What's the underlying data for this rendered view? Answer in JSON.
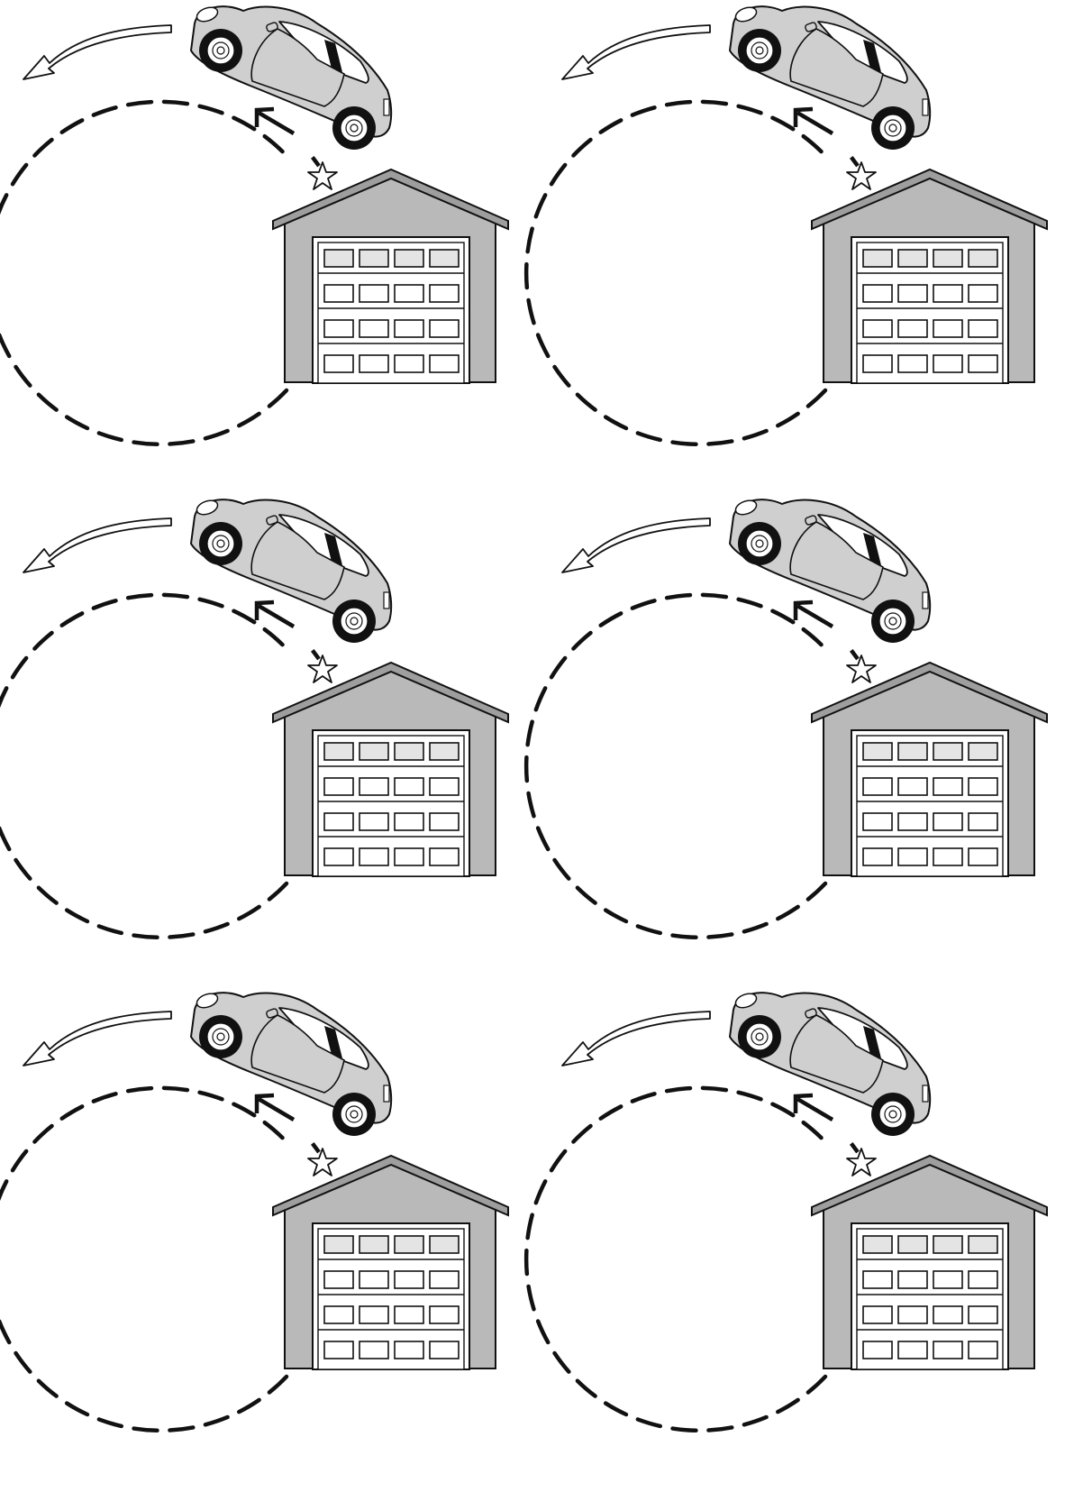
{
  "diagram": {
    "description_text": "",
    "colors": {
      "background": "#ffffff",
      "stroke": "#111111",
      "house_wall": "#b9b9b9",
      "house_roof": "#9e9e9e",
      "garage_door": "#ffffff",
      "door_top_row": "#e4e4e4",
      "car_body": "#cfcfcf",
      "car_window": "#ffffff",
      "star_fill": "#ffffff",
      "motion_arrow_fill": "#ffffff"
    },
    "icons": [
      "car-icon",
      "garage-icon",
      "star-icon",
      "motion-arrow-icon",
      "dashed-path"
    ],
    "panels": [
      {
        "id": "panel-1"
      },
      {
        "id": "panel-2"
      },
      {
        "id": "panel-3"
      },
      {
        "id": "panel-4"
      },
      {
        "id": "panel-5"
      },
      {
        "id": "panel-6"
      }
    ]
  }
}
